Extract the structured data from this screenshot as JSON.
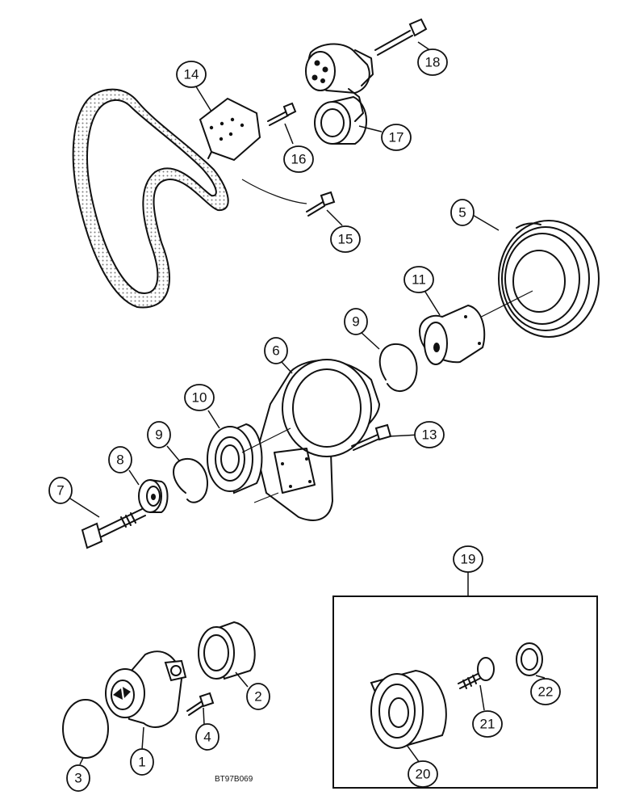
{
  "diagram": {
    "drawing_code": "BT97B069",
    "callouts": [
      {
        "id": "c1",
        "label": "1"
      },
      {
        "id": "c2",
        "label": "2"
      },
      {
        "id": "c3",
        "label": "3"
      },
      {
        "id": "c4",
        "label": "4"
      },
      {
        "id": "c5",
        "label": "5"
      },
      {
        "id": "c6",
        "label": "6"
      },
      {
        "id": "c7",
        "label": "7"
      },
      {
        "id": "c8",
        "label": "8"
      },
      {
        "id": "c9a",
        "label": "9"
      },
      {
        "id": "c9b",
        "label": "9"
      },
      {
        "id": "c10",
        "label": "10"
      },
      {
        "id": "c11",
        "label": "11"
      },
      {
        "id": "c13",
        "label": "13"
      },
      {
        "id": "c14",
        "label": "14"
      },
      {
        "id": "c15",
        "label": "15"
      },
      {
        "id": "c16",
        "label": "16"
      },
      {
        "id": "c17",
        "label": "17"
      },
      {
        "id": "c18",
        "label": "18"
      },
      {
        "id": "c19",
        "label": "19"
      },
      {
        "id": "c20",
        "label": "20"
      },
      {
        "id": "c21",
        "label": "21"
      },
      {
        "id": "c22",
        "label": "22"
      }
    ]
  }
}
